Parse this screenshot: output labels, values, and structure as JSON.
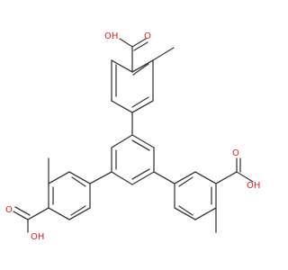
{
  "colors": {
    "bond": "#3b3b3b",
    "carbon": "#3b3b3b",
    "oxygen": "#e02020"
  },
  "atom_labels": {
    "top_o": "O",
    "top_oh": "OH",
    "left_oh": "OH",
    "left_o": "O",
    "right_oh": "OH",
    "right_o": "O"
  }
}
